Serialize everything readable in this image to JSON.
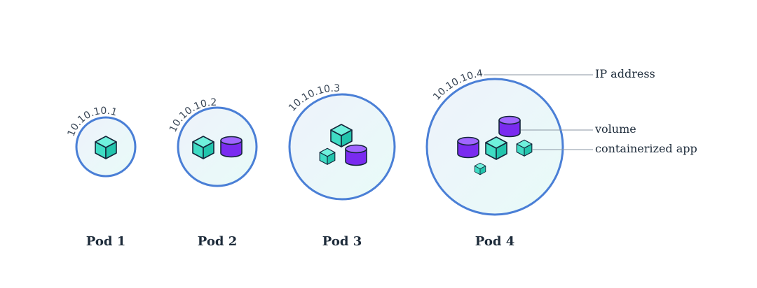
{
  "pods": [
    {
      "label": "Pod 1",
      "ip": "10.10.10.1"
    },
    {
      "label": "Pod 2",
      "ip": "10.10.10.2"
    },
    {
      "label": "Pod 3",
      "ip": "10.10.10.3"
    },
    {
      "label": "Pod 4",
      "ip": "10.10.10.4"
    }
  ],
  "legend": {
    "ip": "IP address",
    "volume": "volume",
    "app": "containerized app"
  },
  "colors": {
    "pod_border": "#4a7fd6",
    "pod_fill_start": "#eef2fb",
    "pod_fill_end": "#e8fbf8",
    "app_top": "#6ff0dc",
    "app_left": "#3fdcc4",
    "app_right": "#22c4ac",
    "app_stroke": "#14263a",
    "volume_top": "#a066ff",
    "volume_body": "#7a2bf0",
    "volume_stroke": "#14263a"
  },
  "icons": {
    "app": "cube-icon",
    "volume": "cylinder-icon"
  }
}
